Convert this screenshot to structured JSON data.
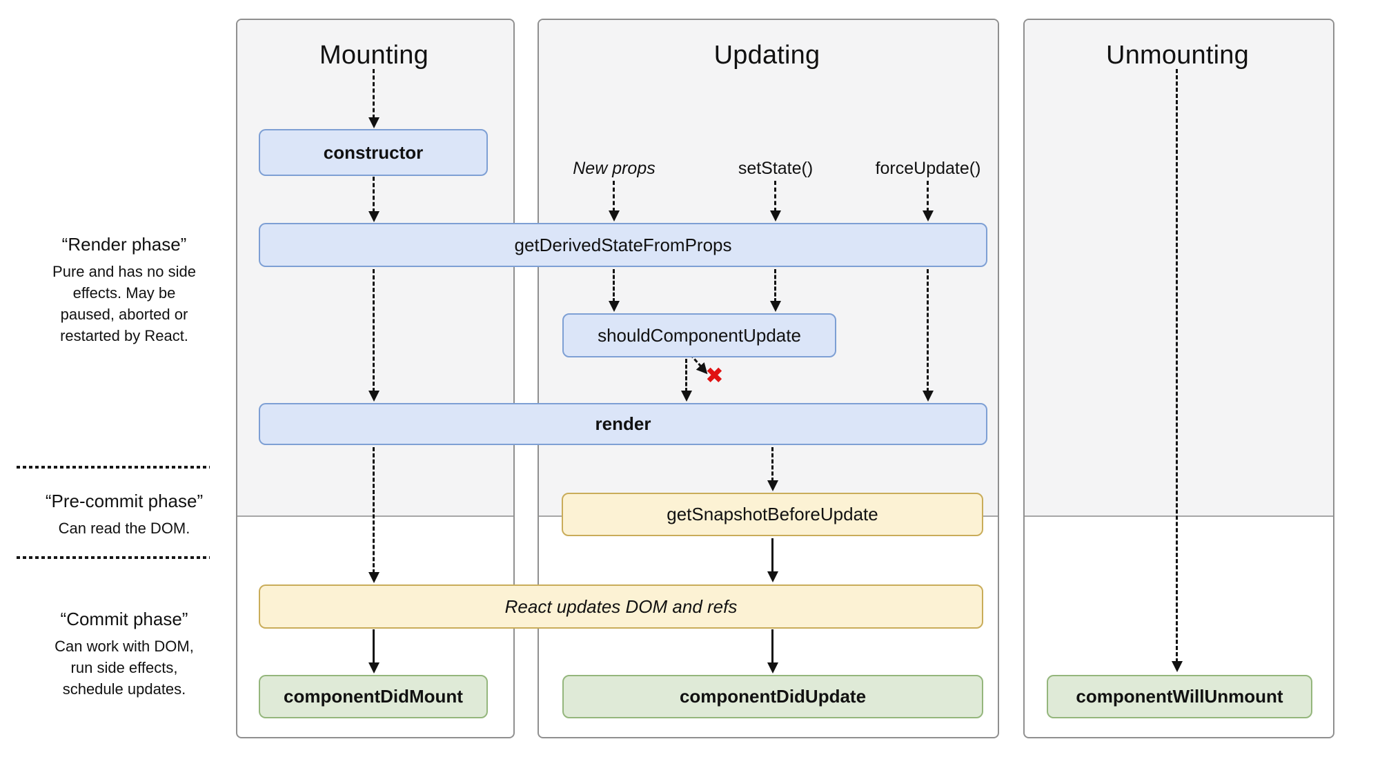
{
  "columns": {
    "mounting": "Mounting",
    "updating": "Updating",
    "unmounting": "Unmounting"
  },
  "phases": {
    "render": {
      "title": "“Render phase”",
      "desc": "Pure and has no side\neffects. May be\npaused, aborted or\nrestarted by React."
    },
    "pre_commit": {
      "title": "“Pre-commit phase”",
      "desc": "Can read the DOM."
    },
    "commit": {
      "title": "“Commit phase”",
      "desc": "Can work with DOM,\nrun side effects,\nschedule updates."
    }
  },
  "triggers": {
    "new_props": "New props",
    "set_state": "setState()",
    "force_update": "forceUpdate()"
  },
  "boxes": {
    "constructor": "constructor",
    "get_derived_state_from_props": "getDerivedStateFromProps",
    "should_component_update": "shouldComponentUpdate",
    "render": "render",
    "get_snapshot_before_update": "getSnapshotBeforeUpdate",
    "react_updates_dom": "React updates DOM and refs",
    "component_did_mount": "componentDidMount",
    "component_did_update": "componentDidUpdate",
    "component_will_unmount": "componentWillUnmount"
  },
  "icons": {
    "cancel": "✖"
  },
  "colors": {
    "blue-fill": "#dbe5f8",
    "blue-border": "#7d9fd4",
    "yellow-fill": "#fcf2d4",
    "yellow-border": "#c9ac59",
    "green-fill": "#dfead7",
    "green-border": "#94b67c",
    "panel-bg": "#f4f4f5",
    "panel-border": "#8f8f8f",
    "red": "#e01212"
  }
}
